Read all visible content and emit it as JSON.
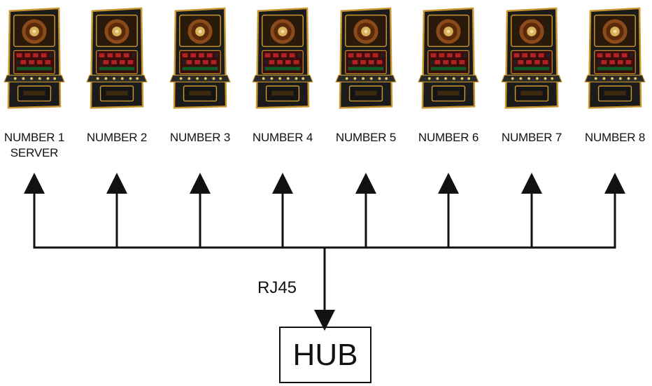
{
  "machines": [
    {
      "label": "NUMBER 1",
      "sublabel": "SERVER"
    },
    {
      "label": "NUMBER 2",
      "sublabel": ""
    },
    {
      "label": "NUMBER 3",
      "sublabel": ""
    },
    {
      "label": "NUMBER 4",
      "sublabel": ""
    },
    {
      "label": "NUMBER 5",
      "sublabel": ""
    },
    {
      "label": "NUMBER 6",
      "sublabel": ""
    },
    {
      "label": "NUMBER 7",
      "sublabel": ""
    },
    {
      "label": "NUMBER 8",
      "sublabel": ""
    }
  ],
  "connection": {
    "label": "RJ45"
  },
  "hub": {
    "label": "HUB"
  },
  "colors": {
    "line": "#111111",
    "cabinet": "#1b1b1b",
    "gold_trim": "#c8962e",
    "wheel": "#8a4a1a"
  },
  "icons": {
    "machine": "roulette-slot-machine-icon"
  }
}
